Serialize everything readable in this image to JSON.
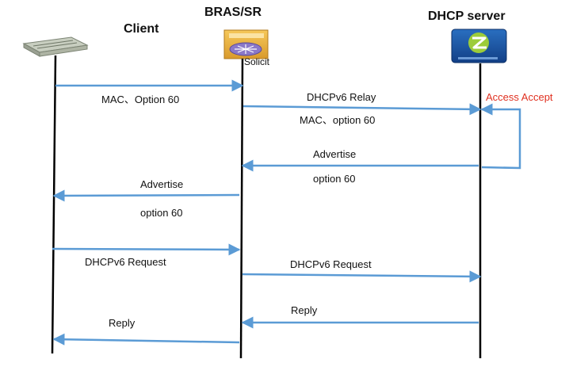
{
  "entities": {
    "client": {
      "label": "Client"
    },
    "bras": {
      "label": "BRAS/SR"
    },
    "dhcp": {
      "label": "DHCP server"
    }
  },
  "messages": {
    "solicit": "Solicit",
    "mac_option60_1": "MAC、Option 60",
    "relay": "DHCPv6 Relay",
    "access_accept": "Access Accept",
    "mac_option60_2": "MAC、option 60",
    "advertise_1": "Advertise",
    "option60_1": "option 60",
    "advertise_2": "Advertise",
    "option60_2": "option 60",
    "request_1": "DHCPv6 Request",
    "request_2": "DHCPv6 Request",
    "reply_1": "Reply",
    "reply_2": "Reply"
  },
  "colors": {
    "arrow": "#5b9bd5",
    "lifeline": "#000000",
    "accent_text": "#e03020",
    "text": "#111111"
  },
  "icons": {
    "client": "switch-icon",
    "bras": "router-icon",
    "dhcp": "server-icon"
  }
}
